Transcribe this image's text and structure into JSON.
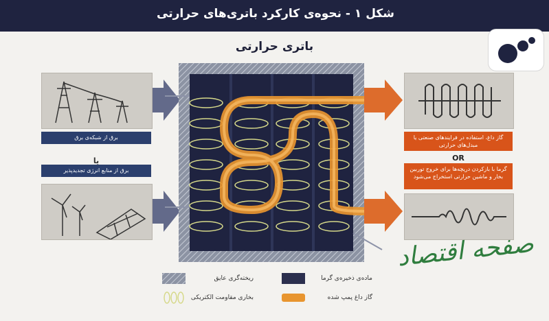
{
  "header": {
    "title": "شکل ۱ - نحوه‌ی کارکرد باتری‌های حرارتی"
  },
  "subtitle": "باتری حرارتی",
  "inputs": {
    "grid_label": "برق از شبکه‌ی برق",
    "or_label": "یا",
    "renewable_label": "برق از منابع انرژی تجدیدپذیر"
  },
  "outputs": {
    "steam_label": "گاز داغ، استفاده در فرایندهای صنعتی یا مبدل‌های حرارتی",
    "or_label": "OR",
    "power_label": "گرما با بازکردن دریچه‌ها برای خروج توربین بخار و ماشین حرارتی استخراج می‌شود"
  },
  "legend": {
    "insulation": "ریخته‌گری عایق",
    "storage": "ماده‌ی ذخیره‌ی گرما",
    "heater": "بخاری مقاومت الکتریکی",
    "pumped_gas": "گاز داغ پمپ شده"
  },
  "watermark": "صفحه اقتصاد",
  "colors": {
    "navy": "#1f2340",
    "orange": "#e07a2e",
    "label_navy": "#2b3f6d",
    "label_orange": "#d8541a"
  }
}
